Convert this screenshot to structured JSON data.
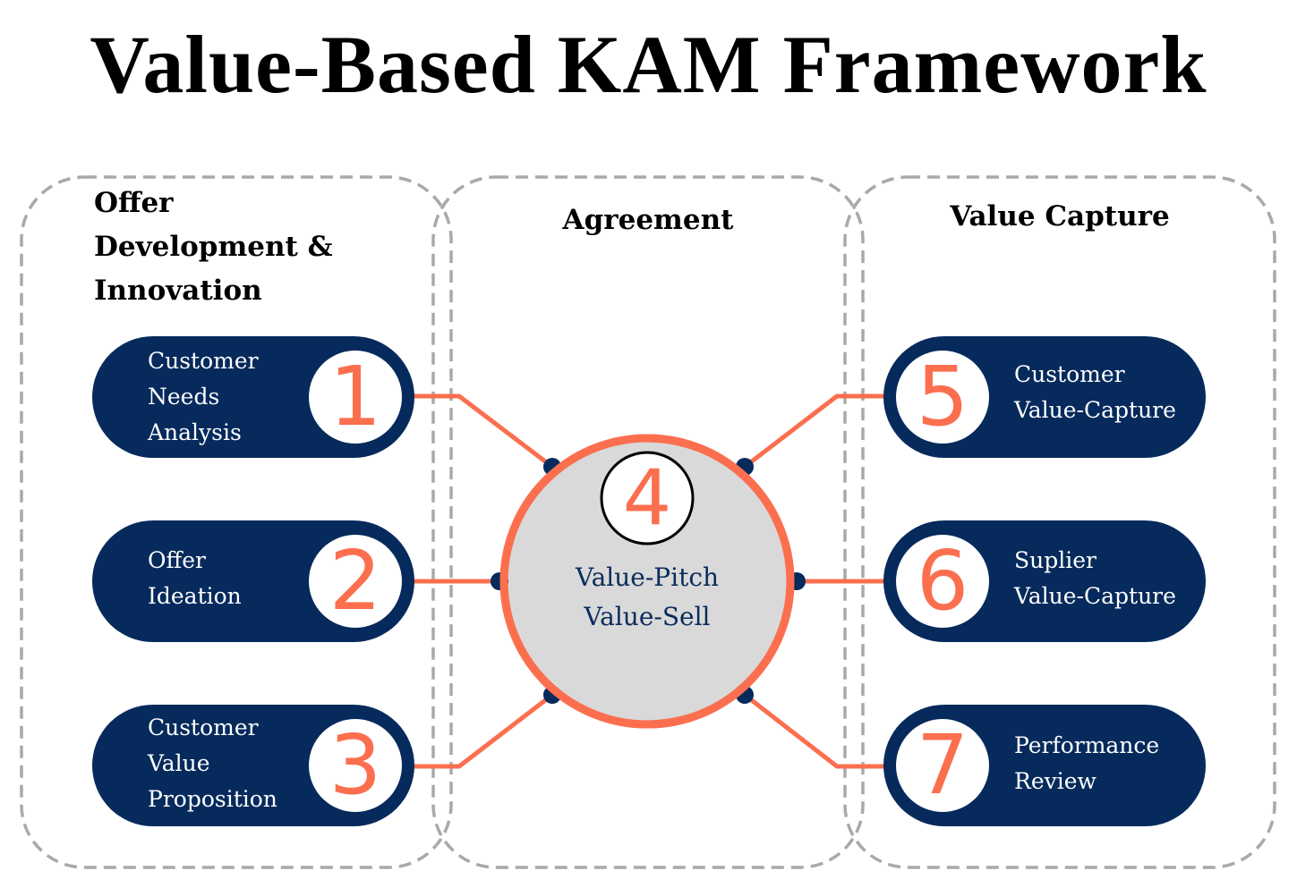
{
  "title": "Value-Based KAM Framework",
  "colors": {
    "navy": "#062a5c",
    "accent": "#fb6f4f",
    "dashed_border": "#a9a9a9",
    "center_fill": "#d9d9d9"
  },
  "groups": [
    {
      "title": "Offer\nDevelopment &\nInnovation"
    },
    {
      "title": "Agreement"
    },
    {
      "title": "Value Capture"
    }
  ],
  "steps": [
    {
      "number": "1",
      "label": "Customer\nNeeds\nAnalysis"
    },
    {
      "number": "2",
      "label": "Offer\nIdeation"
    },
    {
      "number": "3",
      "label": "Customer\nValue\nProposition"
    },
    {
      "number": "4",
      "label": "Value-Pitch\nValue-Sell"
    },
    {
      "number": "5",
      "label": "Customer\nValue-Capture"
    },
    {
      "number": "6",
      "label": "Suplier\nValue-Capture"
    },
    {
      "number": "7",
      "label": "Performance\nReview"
    }
  ]
}
